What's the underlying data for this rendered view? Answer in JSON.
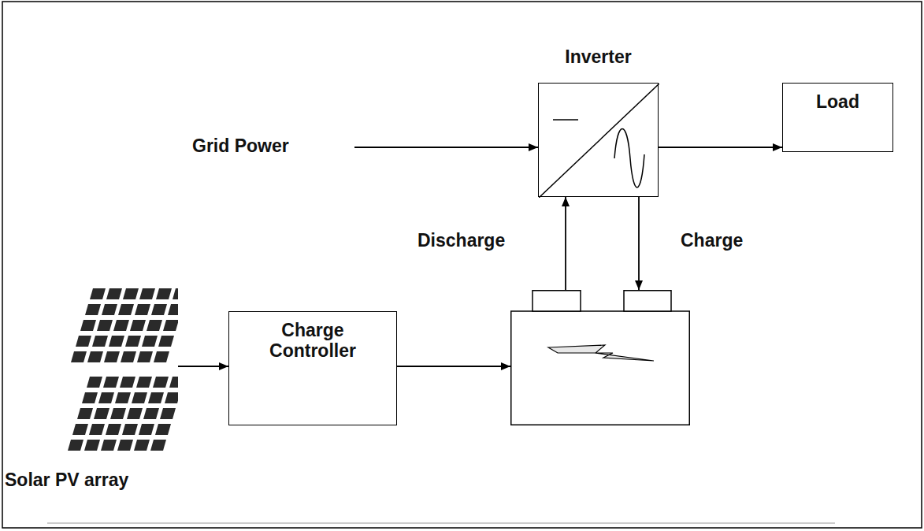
{
  "diagram": {
    "nodes": [
      {
        "text": [
          "Inverter"
        ]
      },
      {
        "text": [
          "Grid Power"
        ]
      },
      {
        "text": [
          "Load"
        ]
      },
      {
        "text": [
          "Solar PV array"
        ]
      },
      {
        "text": [
          "Charge Controller"
        ]
      },
      {
        "text": []
      }
    ],
    "edges": [
      {
        "from": 1,
        "to": 0,
        "arrow": "to"
      },
      {
        "from": 0,
        "to": 2,
        "arrow": "to"
      },
      {
        "from": 3,
        "to": 4,
        "arrow": "to"
      },
      {
        "from": 4,
        "to": 5,
        "arrow": "to"
      },
      {
        "from": 5,
        "to": 0,
        "label": "Discharge",
        "arrow": "to"
      },
      {
        "from": 0,
        "to": 5,
        "label": "Charge",
        "arrow": "to"
      }
    ]
  }
}
